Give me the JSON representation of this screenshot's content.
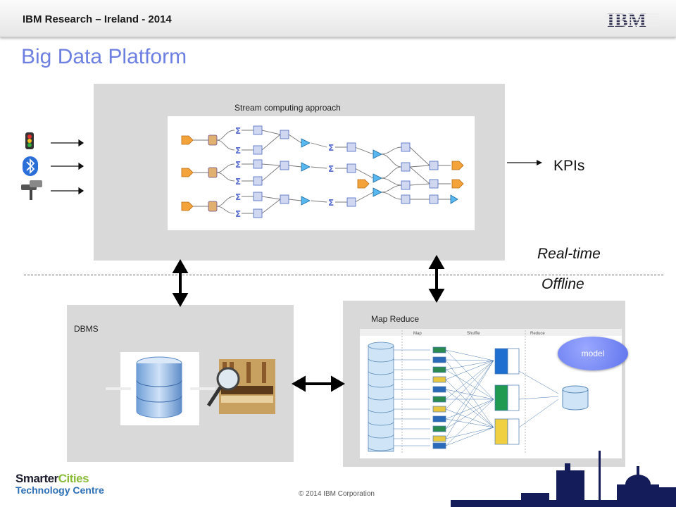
{
  "header": {
    "title": "IBM Research – Ireland - 2014",
    "logo_text": "IBM"
  },
  "page_title": "Big Data Platform",
  "stream": {
    "label": "Stream computing approach"
  },
  "outputs": {
    "kpis": "KPIs"
  },
  "divider": {
    "realtime": "Real-time",
    "offline": "Offline"
  },
  "dbms": {
    "label": "DBMS"
  },
  "mapreduce": {
    "label": "Map Reduce",
    "phases": [
      "Map",
      "Shuffle",
      "Reduce"
    ],
    "model_label": "model"
  },
  "sources": [
    "traffic-light-icon",
    "bluetooth-icon",
    "cctv-camera-icon"
  ],
  "footer": {
    "copyright": "© 2014 IBM Corporation",
    "logo_word_1": "Smarter",
    "logo_word_2": "Cities",
    "logo_line_2": "Technology Centre"
  },
  "colors": {
    "title": "#6d7fe0",
    "panel": "#d9d9d9",
    "model": "#6b7ef0",
    "reduce_blue": "#1e6fd0",
    "reduce_green": "#1f9a50",
    "reduce_yellow": "#f0d040"
  }
}
